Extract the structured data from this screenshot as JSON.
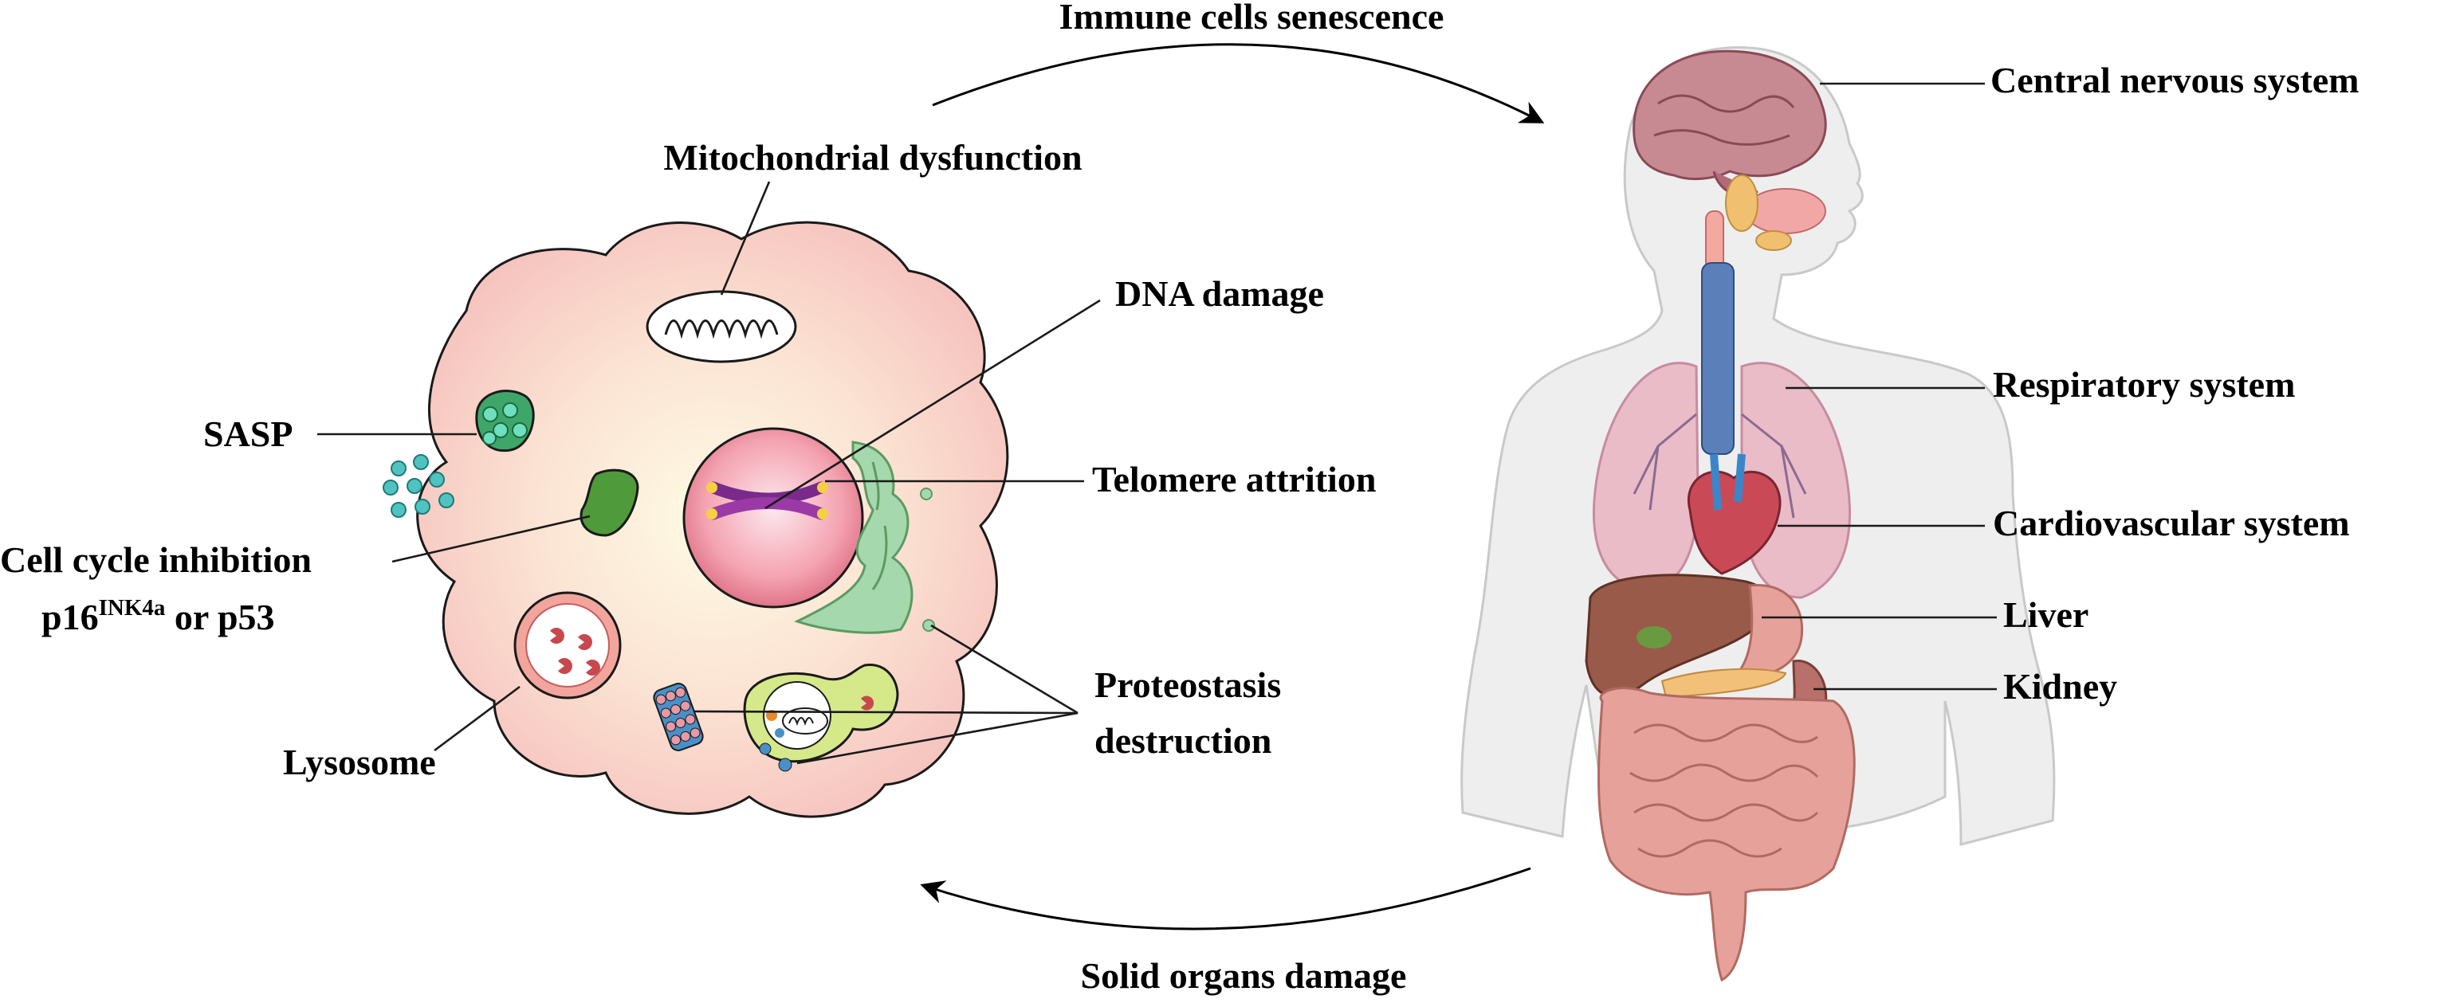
{
  "cycle": {
    "top_arrow_label": "Immune cells senescence",
    "bottom_arrow_label": "Solid organs damage"
  },
  "cell": {
    "labels": {
      "mitochondria": "Mitochondrial dysfunction",
      "dna_damage": "DNA damage",
      "telomere": "Telomere attrition",
      "sasp": "SASP",
      "cell_cycle_line1": "Cell cycle inhibition",
      "cell_cycle_line2_base": "p16",
      "cell_cycle_line2_sup": "INK4a",
      "cell_cycle_line2_rest": " or p53",
      "lysosome": "Lysosome",
      "proteostasis_line1": "Proteostasis",
      "proteostasis_line2": "destruction"
    }
  },
  "body": {
    "labels": {
      "cns": "Central nervous system",
      "respiratory": "Respiratory system",
      "cardiovascular": "Cardiovascular system",
      "liver": "Liver",
      "kidney": "Kidney"
    }
  },
  "colors": {
    "cell_membrane": "#f7c9c2",
    "cell_center": "#fdf6d8",
    "nucleus": "#f08fa0",
    "er": "#9fd4a6",
    "sasp_vesicle": "#3fa66a",
    "sasp_dots": "#4fc3c0",
    "cell_cycle_protein": "#4f9a3a",
    "lysosome": "#f2a59c",
    "autophagosome": "#d5e88a",
    "proteasome": "#4a90c8",
    "brain": "#c88a92",
    "lungs": "#e9bcc8",
    "heart": "#c94a56",
    "liver": "#9a5a4a",
    "kidney": "#b9706a",
    "intestine": "#e6a29a",
    "trachea": "#5b7fb8"
  }
}
